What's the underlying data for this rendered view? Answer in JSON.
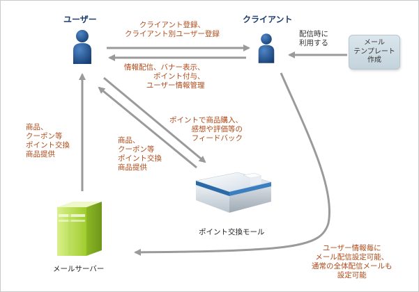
{
  "nodes": {
    "user": {
      "title": "ユーザー"
    },
    "client": {
      "title": "クライアント"
    },
    "mail_server": {
      "caption": "メールサーバー"
    },
    "point_mall": {
      "caption": "ポイント交換モール"
    },
    "mail_template": {
      "label": "メール\nテンプレート\n作成"
    }
  },
  "edges": {
    "user_to_client": {
      "label": "クライアント登録、\nクライアント別ユーザー登録"
    },
    "client_to_user": {
      "label": "情報配信、バナー表示、\nポイント付与、\nユーザー情報管理"
    },
    "template_to_client": {
      "label": "配信時に\n利用する"
    },
    "user_to_mall": {
      "label": "ポイントで商品購入、\n感想や評価等の\nフィードバック"
    },
    "mall_to_user": {
      "label": "商品、\nクーポン等\nポイント交換\n商品提供"
    },
    "server_to_user": {
      "label": "商品、\nクーポン等\nポイント交換\n商品提供"
    },
    "client_to_server": {
      "label": "ユーザー情報毎に\nメール配信設定可能、\n通常の全体配信メールも\n設定可能"
    }
  },
  "colors": {
    "title": "#1c3c6e",
    "label": "#b04a18",
    "arrow": "#9a9a9a",
    "person": "#1f4f8c",
    "server": "#9acd32",
    "mall": "#2a6aa8"
  }
}
